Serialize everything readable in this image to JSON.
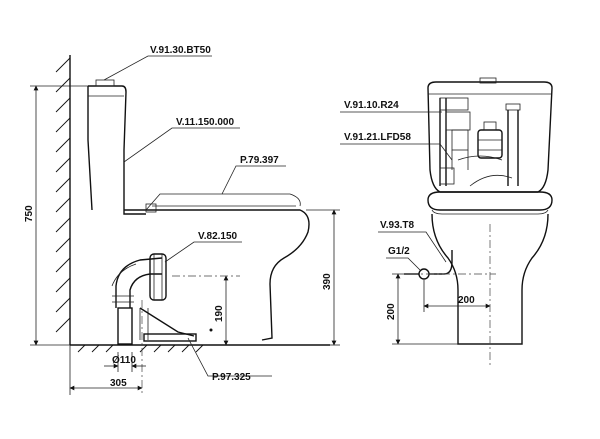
{
  "labels": {
    "cover_code": "V.91.30.BT50",
    "tank_code": "V.11.150.000",
    "seat_code": "P.79.397",
    "outlet_code": "V.82.150",
    "flange_code": "P.97.325",
    "flush_valve_code": "V.91.10.R24",
    "fill_valve_code": "V.91.21.LFD58",
    "angle_valve_code": "V.93.T8",
    "thread_size": "G1/2"
  },
  "dimensions": {
    "total_height": "750",
    "bowl_height": "390",
    "outlet_height": "190",
    "pipe_diameter": "Ø110",
    "wall_to_center": "305",
    "supply_offset": "200",
    "supply_height": "200"
  }
}
